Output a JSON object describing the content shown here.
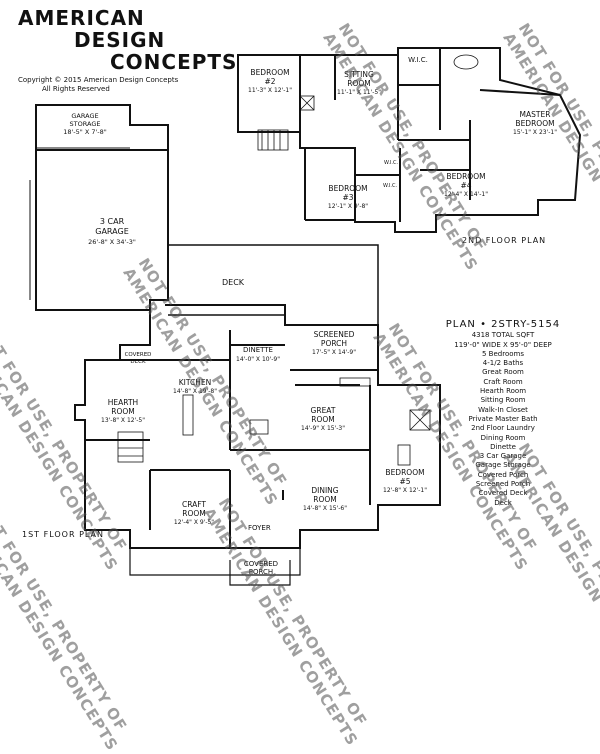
{
  "brand": {
    "line1": "AMERICAN",
    "line2": "DESIGN",
    "line3": "CONCEPTS"
  },
  "copyright": {
    "line1": "Copyright © 2015 American Design Concepts",
    "line2": "All Rights Reserved"
  },
  "plan": {
    "title": "PLAN • 2STRY-5154",
    "total_sqft": "4318 TOTAL SQFT",
    "dimensions": "119'-0\" WIDE X 95'-0\" DEEP",
    "features": [
      "5 Bedrooms",
      "4-1/2 Baths",
      "Great Room",
      "Craft Room",
      "Hearth Room",
      "Sitting Room",
      "Walk-In Closet",
      "Private Master Bath",
      "2nd Floor Laundry",
      "Dining Room",
      "Dinette",
      "3 Car Garage",
      "Garage Storage",
      "Covered Porch",
      "Screened Porch",
      "Covered Deck",
      "Deck"
    ]
  },
  "floor_labels": {
    "first": "1ST FLOOR PLAN",
    "second": "2ND FLOOR PLAN"
  },
  "rooms": {
    "bedroom2": {
      "name": "BEDROOM",
      "sub": "#2",
      "size": "11'-3\" X 12'-1\""
    },
    "sitting": {
      "name": "SITTING",
      "sub": "ROOM",
      "size": "11'-1\" X 11'-5\""
    },
    "wic_top": {
      "name": "W.I.C."
    },
    "master": {
      "name": "MASTER",
      "sub": "BEDROOM",
      "size": "15'-1\" X 23'-1\""
    },
    "bedroom3": {
      "name": "BEDROOM",
      "sub": "#3",
      "size": "12'-1\" X 9'-8\""
    },
    "bedroom4": {
      "name": "BEDROOM",
      "sub": "#4",
      "size": "12'-4\" X 14'-1\""
    },
    "wic_mid": {
      "name": "W.I.C."
    },
    "wic_small": {
      "name": "W.I.C."
    },
    "garage_storage": {
      "name": "GARAGE",
      "sub": "STORAGE",
      "size": "18'-5\" X 7'-8\""
    },
    "garage": {
      "name": "3 CAR",
      "sub": "GARAGE",
      "size": "26'-8\" X 34'-3\""
    },
    "deck": {
      "name": "DECK"
    },
    "covered_deck": {
      "name": "COVERED",
      "sub": "DECK"
    },
    "dinette": {
      "name": "DINETTE",
      "size": "14'-0\" X 10'-9\""
    },
    "screened_porch": {
      "name": "SCREENED",
      "sub": "PORCH",
      "size": "17'-5\" X 14'-9\""
    },
    "kitchen": {
      "name": "KITCHEN",
      "size": "14'-8\" X 19'-8\""
    },
    "hearth": {
      "name": "HEARTH",
      "sub": "ROOM",
      "size": "13'-8\" X 12'-5\""
    },
    "great": {
      "name": "GREAT",
      "sub": "ROOM",
      "size": "14'-9\" X 15'-3\""
    },
    "bedroom5": {
      "name": "BEDROOM",
      "sub": "#5",
      "size": "12'-8\" X 12'-1\""
    },
    "dining": {
      "name": "DINING",
      "sub": "ROOM",
      "size": "14'-8\" X 15'-6\""
    },
    "craft": {
      "name": "CRAFT",
      "sub": "ROOM",
      "size": "12'-4\" X 9'-5\""
    },
    "foyer": {
      "name": "FOYER"
    },
    "covered_porch": {
      "name": "COVERED",
      "sub": "PORCH"
    }
  },
  "watermark": {
    "line1": "NOT FOR USE, PROPERTY OF",
    "line2": "AMERICAN DESIGN CONCEPTS"
  },
  "colors": {
    "wall": "#111111",
    "watermark": "#505050"
  }
}
